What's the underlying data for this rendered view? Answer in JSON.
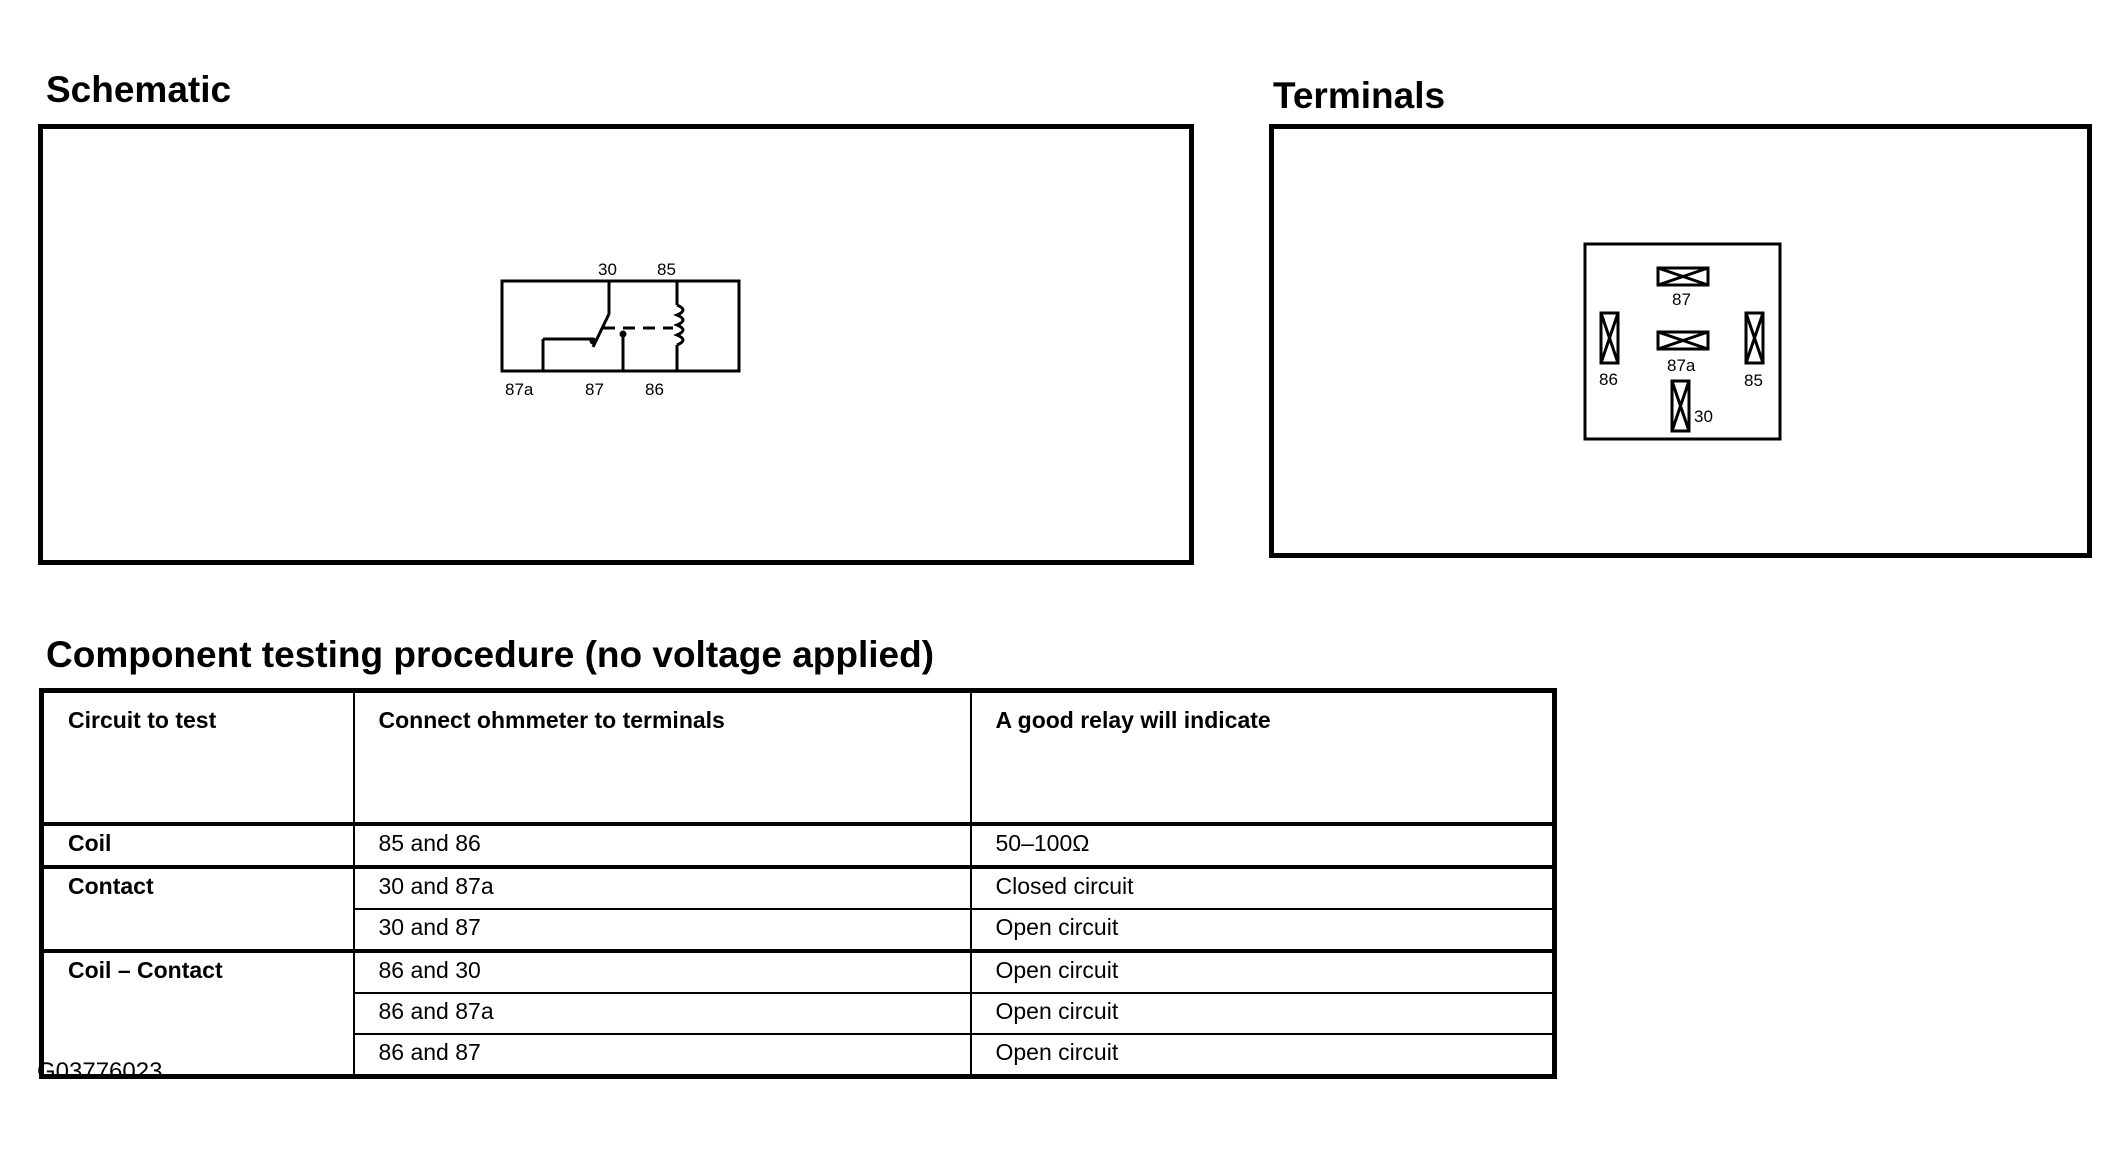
{
  "titles": {
    "schematic": "Schematic",
    "terminals": "Terminals",
    "procedure": "Component testing procedure (no voltage applied)"
  },
  "schematic": {
    "labels": {
      "t30": "30",
      "t85": "85",
      "t87a": "87a",
      "t87": "87",
      "t86": "86"
    }
  },
  "terminals": {
    "labels": {
      "t87": "87",
      "t87a": "87a",
      "t86": "86",
      "t85": "85",
      "t30": "30"
    }
  },
  "table": {
    "headers": {
      "circuit": "Circuit to test",
      "connect": "Connect ohmmeter to terminals",
      "result": "A good relay will indicate"
    },
    "groups": [
      {
        "circuit": "Coil",
        "rows": [
          {
            "terminals": "85 and 86",
            "result": "50–100Ω"
          }
        ]
      },
      {
        "circuit": "Contact",
        "rows": [
          {
            "terminals": "30 and 87a",
            "result": "Closed circuit"
          },
          {
            "terminals": "30 and 87",
            "result": "Open circuit"
          }
        ]
      },
      {
        "circuit": "Coil – Contact",
        "rows": [
          {
            "terminals": "86 and 30",
            "result": "Open circuit"
          },
          {
            "terminals": "86 and 87a",
            "result": "Open circuit"
          },
          {
            "terminals": "86 and 87",
            "result": "Open circuit"
          }
        ]
      }
    ]
  },
  "figure_id": "G03776023"
}
